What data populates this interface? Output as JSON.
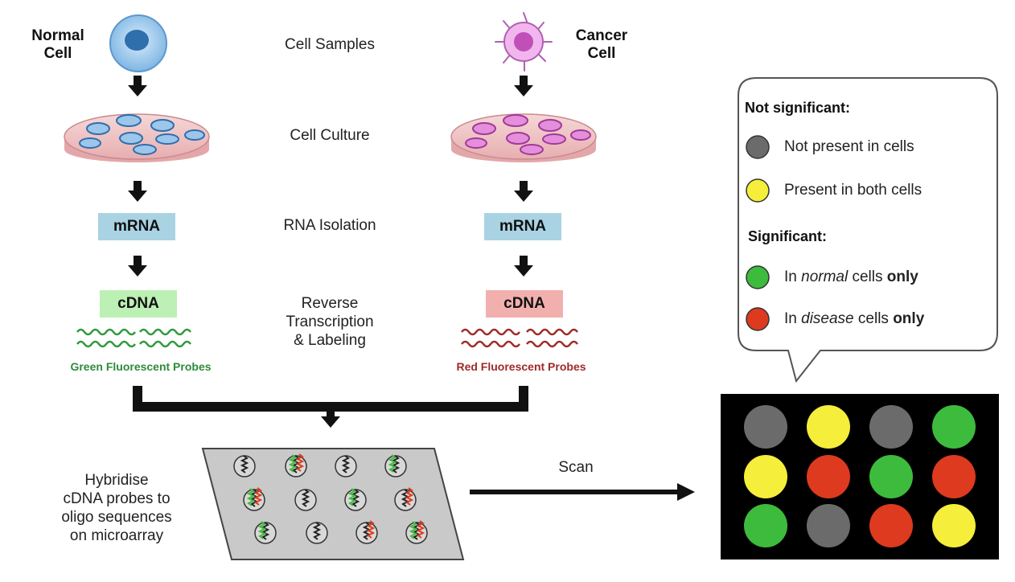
{
  "cells": {
    "normal_label": [
      "Normal",
      "Cell"
    ],
    "cancer_label": [
      "Cancer",
      "Cell"
    ]
  },
  "steps": {
    "cell_samples": "Cell Samples",
    "cell_culture": "Cell Culture",
    "rna_isolation": "RNA Isolation",
    "reverse_transcription": [
      "Reverse",
      "Transcription",
      "& Labeling"
    ]
  },
  "boxes": {
    "mrna_left": "mRNA",
    "mrna_right": "mRNA",
    "cdna_left": "cDNA",
    "cdna_right": "cDNA"
  },
  "probes": {
    "green_label": "Green Fluorescent Probes",
    "red_label": "Red Fluorescent Probes"
  },
  "hybridise": [
    "Hybridise",
    "cDNA probes to",
    "oligo sequences",
    "on microarray"
  ],
  "scan_label": "Scan",
  "legend": {
    "not_significant_heading": "Not significant:",
    "significant_heading": "Significant:",
    "items": [
      {
        "color": "#6b6b6b",
        "parts": [
          {
            "t": "Not present in cells",
            "s": "normal"
          }
        ]
      },
      {
        "color": "#f5ee3a",
        "parts": [
          {
            "t": "Present in both cells",
            "s": "normal"
          }
        ]
      },
      {
        "color": "#3dbb3d",
        "parts": [
          {
            "t": "In ",
            "s": "normal"
          },
          {
            "t": "normal",
            "s": "italic"
          },
          {
            "t": " cells ",
            "s": "normal"
          },
          {
            "t": "only",
            "s": "bold"
          }
        ]
      },
      {
        "color": "#dd3a1f",
        "parts": [
          {
            "t": "In ",
            "s": "normal"
          },
          {
            "t": "disease",
            "s": "italic"
          },
          {
            "t": " cells ",
            "s": "normal"
          },
          {
            "t": "only",
            "s": "bold"
          }
        ]
      }
    ]
  },
  "colors": {
    "grey": "#6b6b6b",
    "yellow": "#f5ee3a",
    "green": "#3dbb3d",
    "red": "#dd3a1f",
    "mrna_box": "#a9d3e3",
    "cdna_green_box": "#bdf0b4",
    "cdna_red_box": "#f1b0ae",
    "green_probe": "#2f9a3d",
    "red_probe": "#a02a2a"
  },
  "scan_grid": [
    [
      "grey",
      "yellow",
      "grey",
      "green"
    ],
    [
      "yellow",
      "red",
      "green",
      "red"
    ],
    [
      "green",
      "grey",
      "red",
      "yellow"
    ]
  ],
  "microarray_spots": [
    [
      "none",
      "green-red",
      "none",
      "green"
    ],
    [
      "green-red",
      "none",
      "green",
      "red"
    ],
    [
      "green",
      "none",
      "red",
      "green-red"
    ]
  ]
}
